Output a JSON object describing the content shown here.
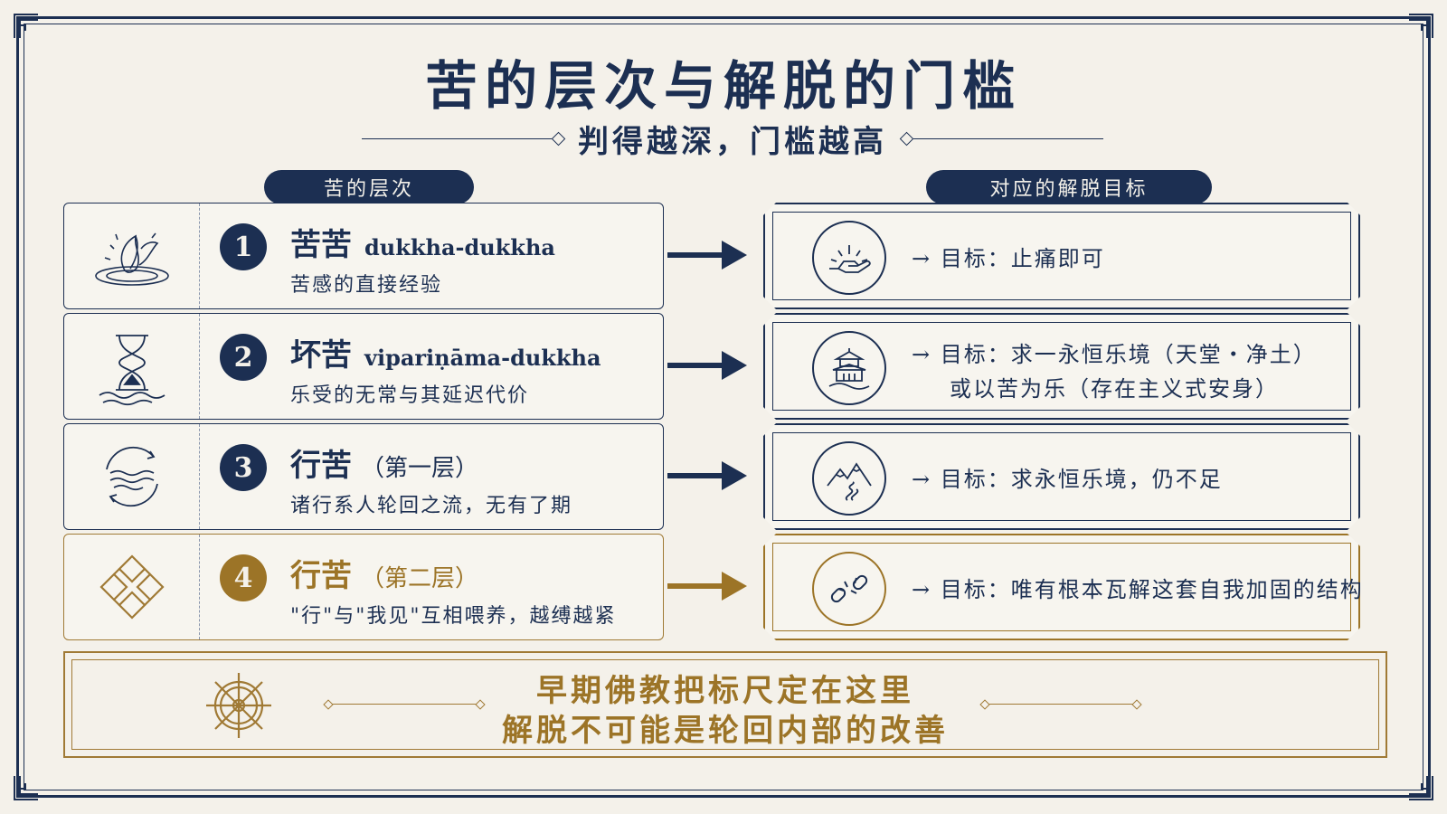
{
  "title": "苦的层次与解脱的门槛",
  "subtitle": "判得越深，门槛越高",
  "left_header": "苦的层次",
  "right_header": "对应的解脱目标",
  "levels": [
    {
      "num": "1",
      "name": "苦苦",
      "latin": "dukkha-dukkha",
      "paren": "",
      "desc": "苦感的直接经验",
      "icon": "splash-leaf-icon"
    },
    {
      "num": "2",
      "name": "坏苦",
      "latin": "vipariṇāma-dukkha",
      "paren": "",
      "desc": "乐受的无常与其延迟代价",
      "icon": "hourglass-icon"
    },
    {
      "num": "3",
      "name": "行苦",
      "latin": "",
      "paren": "（第一层）",
      "desc": "诸行系人轮回之流，无有了期",
      "icon": "cycle-waves-icon"
    },
    {
      "num": "4",
      "name": "行苦",
      "latin": "",
      "paren": "（第二层）",
      "desc": "\"行\"与\"我见\"互相喂养，越缚越紧",
      "icon": "endless-knot-icon"
    }
  ],
  "goals": [
    {
      "lines": [
        "→ 目标：止痛即可"
      ],
      "icon": "open-hand-icon"
    },
    {
      "lines": [
        "→ 目标：求一永恒乐境（天堂・净土）",
        "或以苦为乐（存在主义式安身）"
      ],
      "icon": "temple-icon"
    },
    {
      "lines": [
        "→ 目标：求永恒乐境，仍不足"
      ],
      "icon": "mountain-river-icon"
    },
    {
      "lines": [
        "→ 目标：唯有根本瓦解这套自我加固的结构"
      ],
      "icon": "broken-chain-icon"
    }
  ],
  "bottom": {
    "line1": "早期佛教把标尺定在这里",
    "line2": "解脱不可能是轮回内部的改善",
    "icon": "dharma-wheel-icon"
  },
  "colors": {
    "navy": "#1c2f52",
    "gold": "#9c7427",
    "paper": "#f4f1ea"
  }
}
